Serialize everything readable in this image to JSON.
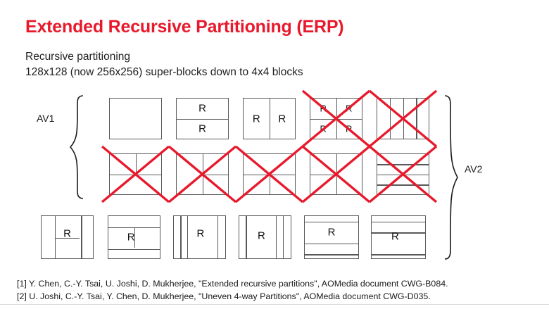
{
  "slide": {
    "title": "Extended Recursive Partitioning (ERP)",
    "subtitle_line1": "Recursive partitioning",
    "subtitle_line2": "128x128 (now 256x256) super-blocks down to 4x4 blocks",
    "accent_color": "#e8192c",
    "line_color": "#595959",
    "text_color": "#1a1a1a"
  },
  "groups": {
    "av1_label": "AV1",
    "av2_label": "AV2"
  },
  "labels": {
    "r": "R"
  },
  "partitions": {
    "row1": [
      {
        "name": "none",
        "r_cells": 0,
        "crossed": false
      },
      {
        "name": "horz",
        "r_cells": 2,
        "crossed": false
      },
      {
        "name": "vert",
        "r_cells": 2,
        "crossed": false
      },
      {
        "name": "split-quad",
        "r_cells": 4,
        "crossed": true
      },
      {
        "name": "vert-4",
        "r_cells": 0,
        "crossed": true
      }
    ],
    "row2": [
      {
        "name": "horz-a",
        "r_cells": 0,
        "crossed": true
      },
      {
        "name": "vert-b",
        "r_cells": 0,
        "crossed": true
      },
      {
        "name": "horz-b",
        "r_cells": 0,
        "crossed": true
      },
      {
        "name": "vert-a",
        "r_cells": 0,
        "crossed": true
      },
      {
        "name": "horz-4",
        "r_cells": 0,
        "crossed": true
      }
    ],
    "row3": [
      {
        "name": "vert-3-uneven",
        "r_cells": 1,
        "crossed": false
      },
      {
        "name": "horz-3-uneven",
        "r_cells": 1,
        "crossed": false
      },
      {
        "name": "vert-4-uneven-left",
        "r_cells": 1,
        "crossed": false
      },
      {
        "name": "vert-4-uneven-right",
        "r_cells": 1,
        "crossed": false
      },
      {
        "name": "horz-4-uneven-top",
        "r_cells": 1,
        "crossed": false
      },
      {
        "name": "horz-4-uneven-bottom",
        "r_cells": 1,
        "crossed": false
      }
    ]
  },
  "footnotes": {
    "ref1": "[1] Y. Chen, C.-Y. Tsai, U. Joshi, D. Mukherjee, \"Extended recursive partitions\", AOMedia document CWG-B084.",
    "ref2": "[2] U. Joshi, C.-Y. Tsai, Y. Chen, D. Mukherjee, \"Uneven 4-way Partitions\", AOMedia document CWG-D035."
  }
}
